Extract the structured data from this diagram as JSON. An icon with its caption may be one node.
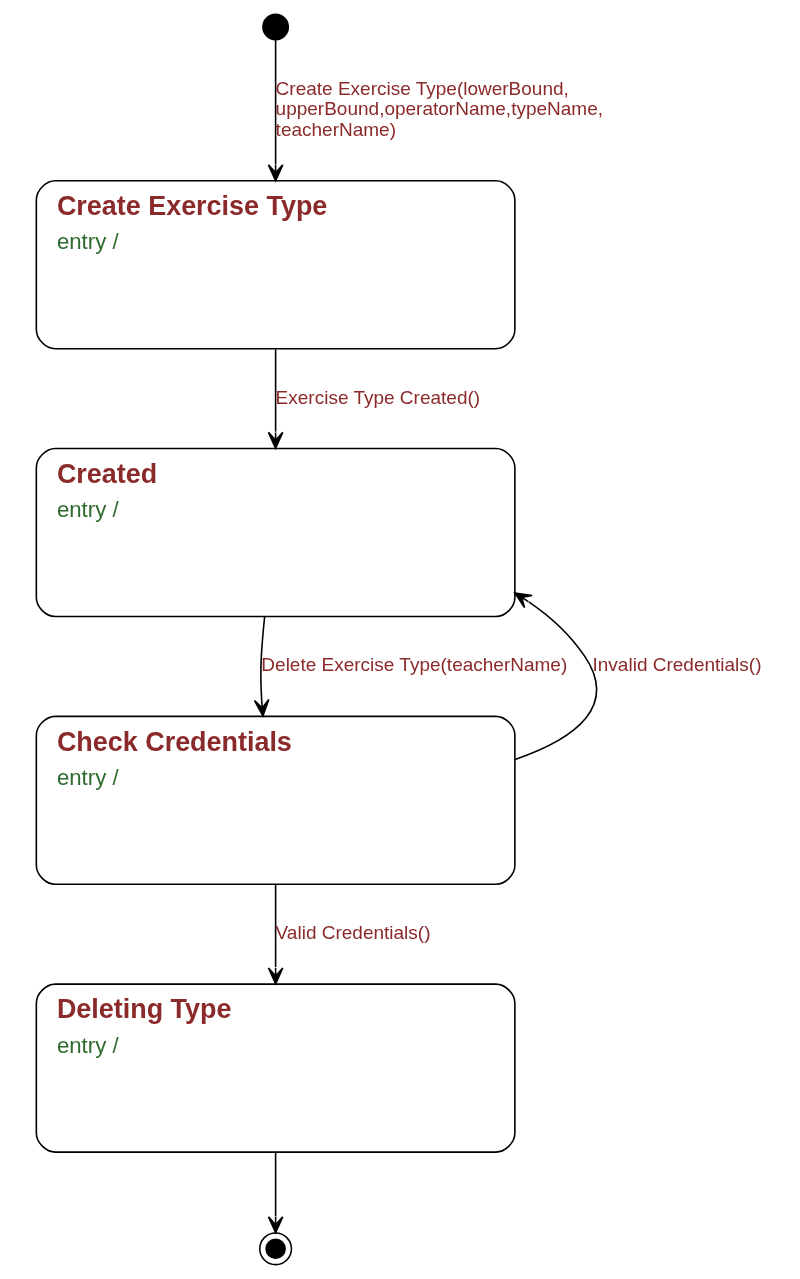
{
  "diagram": {
    "nodes": [
      {
        "text": [],
        "shape": "circle"
      },
      {
        "text": [
          "Create Exercise Type",
          "entry /"
        ]
      },
      {
        "text": [
          "Created",
          "entry /"
        ]
      },
      {
        "text": [
          "Check Credentials",
          "entry /"
        ]
      },
      {
        "text": [
          "Deleting Type",
          "entry /"
        ]
      },
      {
        "text": [],
        "shape": "circle"
      }
    ],
    "edges": [
      {
        "from": 0,
        "to": 1,
        "arrow": "to",
        "label": "Create Exercise Type(lowerBound, upperBound,operatorName,typeName, teacherName)"
      },
      {
        "from": 1,
        "to": 2,
        "arrow": "to",
        "label": "Exercise Type Created()"
      },
      {
        "from": 2,
        "to": 3,
        "arrow": "to",
        "label": "Delete Exercise Type(teacherName)"
      },
      {
        "from": 3,
        "to": 2,
        "arrow": "to",
        "label": "Invalid Credentials()"
      },
      {
        "from": 3,
        "to": 4,
        "arrow": "to",
        "label": "Valid Credentials()"
      },
      {
        "from": 4,
        "to": 5,
        "arrow": "to"
      }
    ]
  }
}
